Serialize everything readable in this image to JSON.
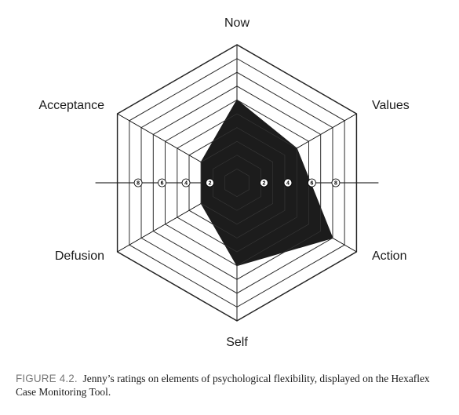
{
  "chart_data": {
    "type": "radar",
    "title": "",
    "axes": [
      "Now",
      "Values",
      "Action",
      "Self",
      "Defusion",
      "Acceptance"
    ],
    "range": [
      0,
      10
    ],
    "rings": [
      1,
      2,
      3,
      4,
      5,
      6,
      7,
      8,
      9,
      10
    ],
    "tick_labels": [
      "2",
      "4",
      "6",
      "8"
    ],
    "series": [
      {
        "values": [
          6,
          5,
          8,
          6,
          3,
          3
        ]
      }
    ],
    "colors": {
      "fill": "#1c1c1c",
      "grid": "#000000"
    }
  },
  "caption": {
    "label": "FIGURE 4.2.",
    "text": "Jenny’s ratings on elements of psychological flexibility, displayed on the Hexaflex Case Monitoring Tool."
  }
}
